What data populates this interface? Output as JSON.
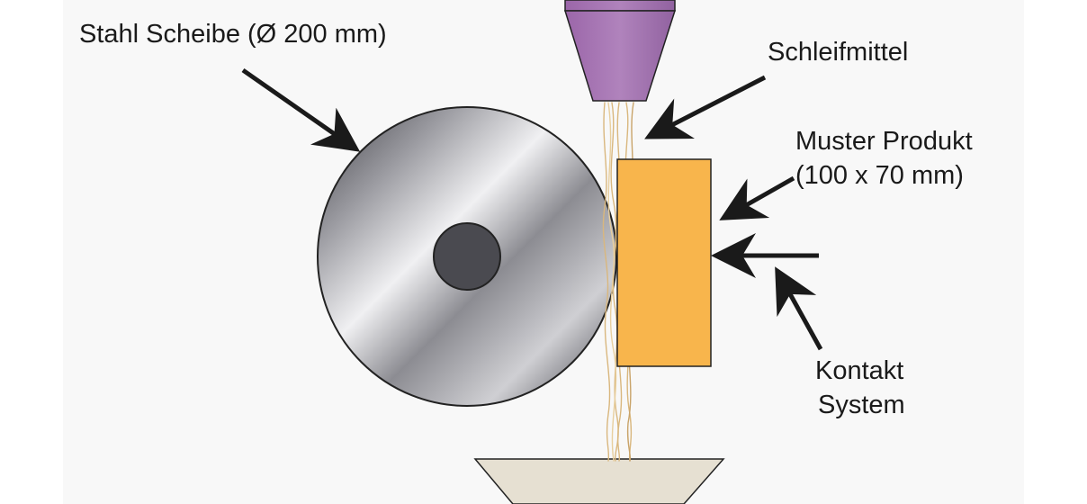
{
  "labels": {
    "steel_disc": "Stahl Scheibe (Ø 200 mm)",
    "abrasive": "Schleifmittel",
    "sample_line1": "Muster Produkt",
    "sample_line2": "(100 x 70 mm)",
    "contact_line1": "Kontakt",
    "contact_line2": "System"
  },
  "colors": {
    "background": "#f8f8f8",
    "hopper": "#a373b0",
    "disc_light": "#e8e8ea",
    "disc_dark": "#3c3c40",
    "hub": "#4a4a50",
    "sample": "#f8b54c",
    "collector": "#e6e0d2",
    "abrasive_stream": "#d9b77e",
    "arrow": "#1a1a1a"
  }
}
